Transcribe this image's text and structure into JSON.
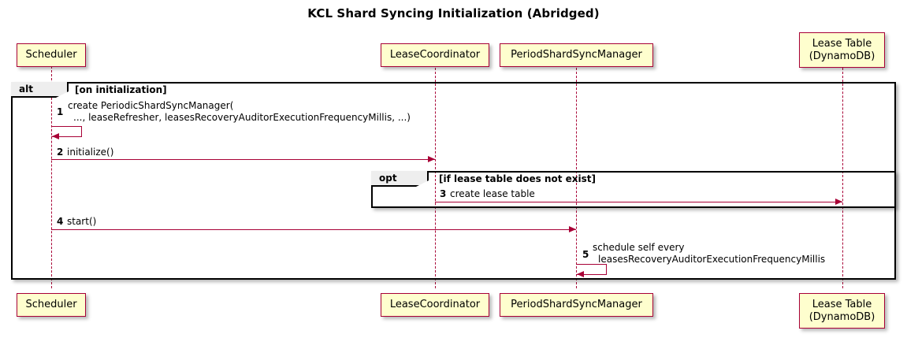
{
  "title": "KCL Shard Syncing Initialization (Abridged)",
  "colors": {
    "participant_fill": "#FEFECE",
    "participant_border": "#A80036",
    "lifeline": "#A80036",
    "arrow": "#A80036",
    "fragment_border": "#000000",
    "fragment_tab_fill": "#EEEEEE",
    "text": "#000000",
    "background": "#FFFFFF"
  },
  "participants": [
    {
      "id": "scheduler",
      "lines": [
        "Scheduler"
      ]
    },
    {
      "id": "lease-coordinator",
      "lines": [
        "LeaseCoordinator"
      ]
    },
    {
      "id": "period-shard-sync-manager",
      "lines": [
        "PeriodShardSyncManager"
      ]
    },
    {
      "id": "lease-table",
      "lines": [
        "Lease Table",
        "(DynamoDB)"
      ]
    }
  ],
  "fragments": [
    {
      "id": "alt",
      "operator": "alt",
      "guard": "[on initialization]"
    },
    {
      "id": "opt",
      "operator": "opt",
      "guard": "[if lease table does not exist]"
    }
  ],
  "messages": [
    {
      "number": "1",
      "from": "scheduler",
      "to": "scheduler",
      "kind": "self",
      "lines": [
        "create PeriodicShardSyncManager(",
        "..., leaseRefresher, leasesRecoveryAuditorExecutionFrequencyMillis, ...)"
      ]
    },
    {
      "number": "2",
      "from": "scheduler",
      "to": "lease-coordinator",
      "kind": "sync",
      "lines": [
        "initialize()"
      ]
    },
    {
      "number": "3",
      "from": "lease-coordinator",
      "to": "lease-table",
      "kind": "sync",
      "lines": [
        "create lease table"
      ]
    },
    {
      "number": "4",
      "from": "scheduler",
      "to": "period-shard-sync-manager",
      "kind": "sync",
      "lines": [
        "start()"
      ]
    },
    {
      "number": "5",
      "from": "period-shard-sync-manager",
      "to": "period-shard-sync-manager",
      "kind": "self",
      "lines": [
        "schedule self every",
        "leasesRecoveryAuditorExecutionFrequencyMillis"
      ]
    }
  ]
}
